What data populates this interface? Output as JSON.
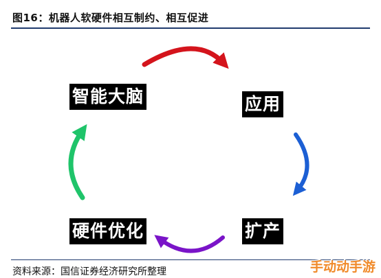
{
  "title": "图16：机器人软硬件相互制约、相互促进",
  "nodes": {
    "brain": "智能大脑",
    "application": "应用",
    "expansion": "扩产",
    "hardware": "硬件优化"
  },
  "arrows": [
    {
      "from": "智能大脑",
      "to": "应用",
      "color": "#d4141c"
    },
    {
      "from": "应用",
      "to": "扩产",
      "color": "#1c5fd4"
    },
    {
      "from": "扩产",
      "to": "硬件优化",
      "color": "#7a14c8"
    },
    {
      "from": "硬件优化",
      "to": "智能大脑",
      "color": "#1fc46a"
    }
  ],
  "source": "资料来源：国信证券经济研究所整理",
  "watermark": "手动动手游"
}
